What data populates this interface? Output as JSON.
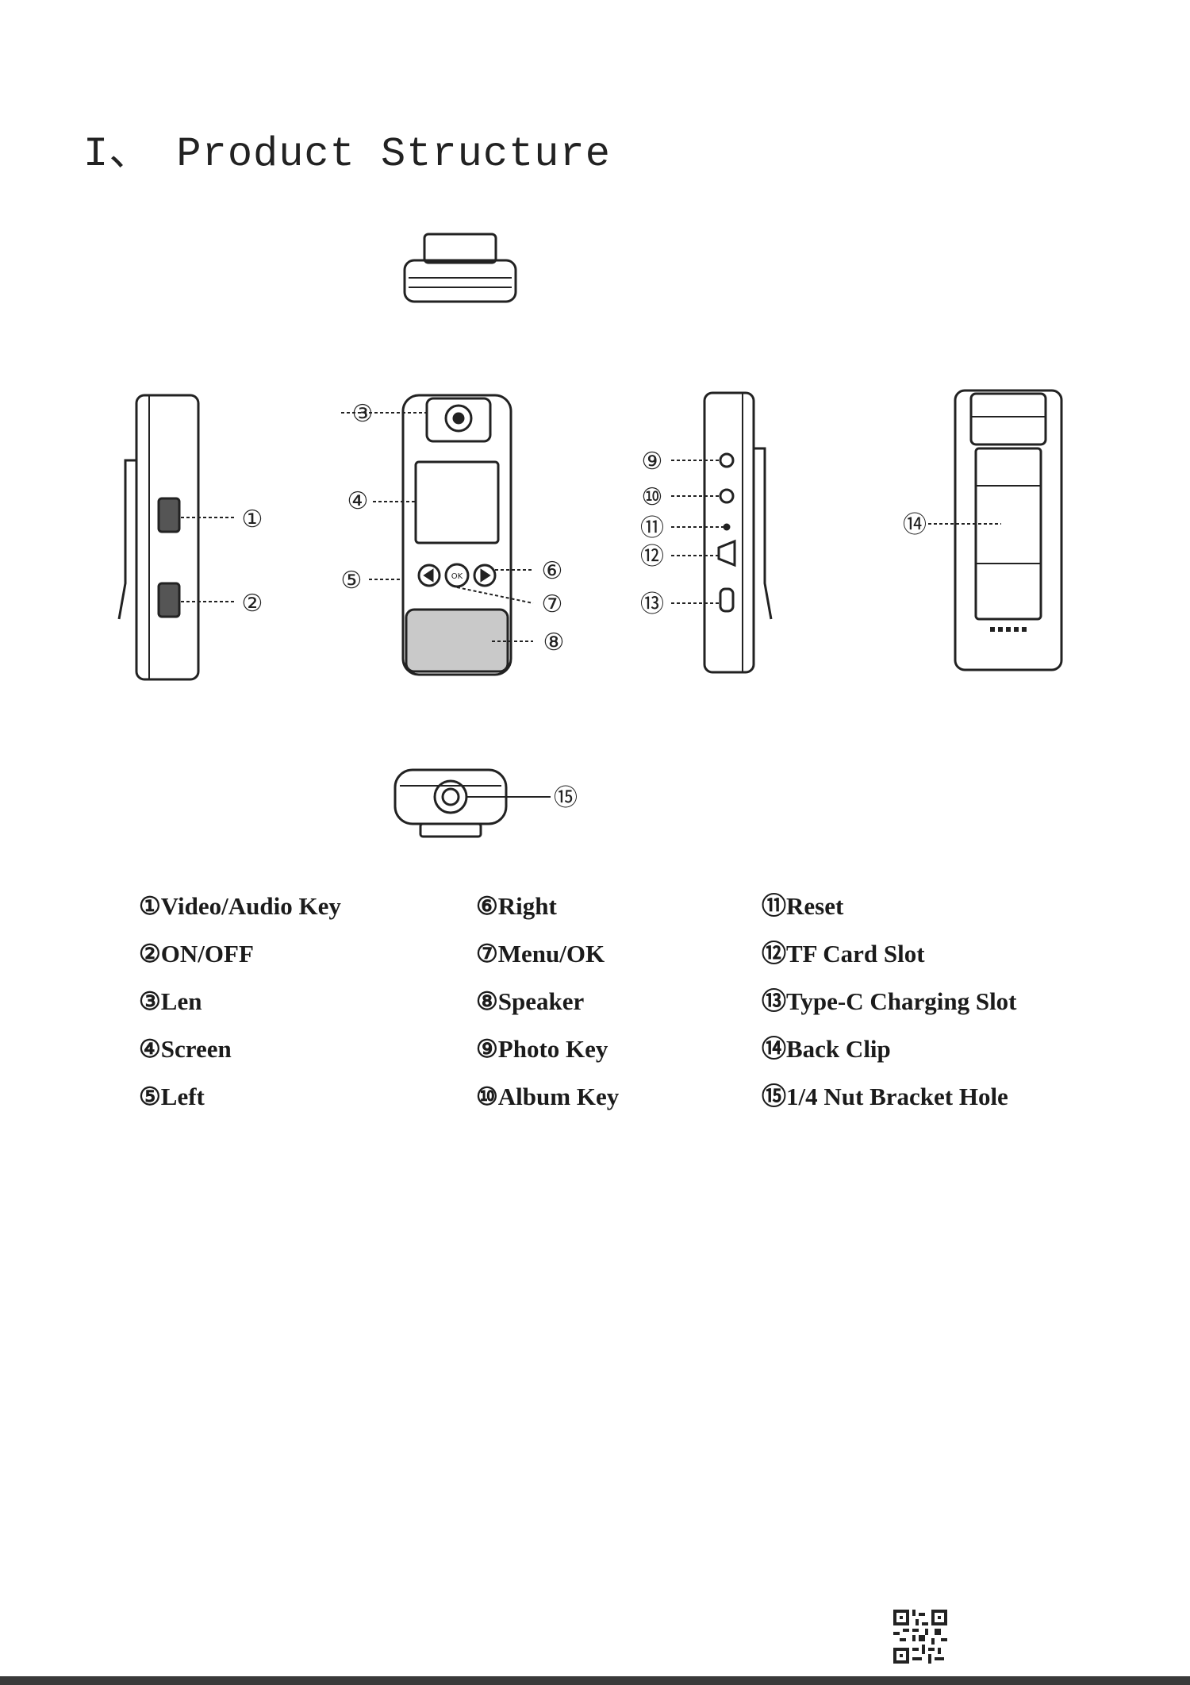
{
  "heading": "I、 Product Structure",
  "diagram": {
    "callouts": {
      "c1": "①",
      "c2": "②",
      "c3": "③",
      "c4": "④",
      "c5": "⑤",
      "c6": "⑥",
      "c7": "⑦",
      "c8": "⑧",
      "c9": "⑨",
      "c10": "⑩",
      "c11": "⑪",
      "c12": "⑫",
      "c13": "⑬",
      "c14": "⑭",
      "c15": "⑮"
    },
    "ok_key_text": "OK"
  },
  "legend": {
    "col1": [
      "①Video/Audio Key",
      "②ON/OFF",
      "③Len",
      "④Screen",
      "⑤Left"
    ],
    "col2": [
      "⑥Right",
      "⑦Menu/OK",
      "⑧Speaker",
      "⑨Photo Key",
      "⑩Album Key"
    ],
    "col3": [
      "⑪Reset",
      "⑫TF Card Slot",
      "⑬Type-C Charging Slot",
      "⑭Back Clip",
      "⑮1/4 Nut Bracket Hole"
    ]
  },
  "colors": {
    "ink": "#222222",
    "paper": "#ffffff"
  }
}
